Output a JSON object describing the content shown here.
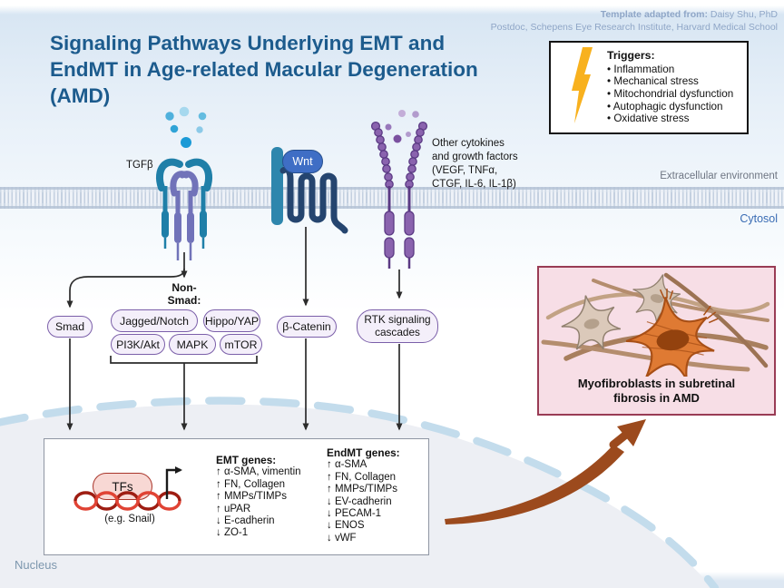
{
  "title": {
    "lines": [
      "Signaling Pathways Underlying EMT and",
      "EndMT in Age-related Macular Degeneration",
      "(AMD)"
    ]
  },
  "credit": {
    "label": "Template adapted from:",
    "name": " Daisy Shu, PhD",
    "line2": "Postdoc, Schepens Eye Research Institute, Harvard Medical School"
  },
  "triggers": {
    "heading": "Triggers:",
    "items": [
      "Inflammation",
      "Mechanical stress",
      "Mitochondrial dysfunction",
      "Autophagic dysfunction",
      "Oxidative stress"
    ]
  },
  "environment": {
    "extracellular": "Extracellular environment",
    "cytosol": "Cytosol",
    "nucleus": "Nucleus"
  },
  "receptors": {
    "tgfb": "TGFβ",
    "wnt": "Wnt",
    "cytokines_lines": [
      "Other cytokines",
      "and growth factors",
      "(VEGF, TNFα,",
      "CTGF, IL-6, IL-1β)"
    ]
  },
  "pathways": {
    "smad": "Smad",
    "non_smad_heading": "Non-Smad:",
    "jagged_notch": "Jagged/Notch",
    "hippo_yap": "Hippo/YAP",
    "pi3k_akt": "PI3K/Akt",
    "mapk": "MAPK",
    "mtor": "mTOR",
    "beta_catenin": "β-Catenin",
    "rtk": "RTK signaling cascades"
  },
  "nucleus_box": {
    "tfs": "TFs",
    "tfs_example": "(e.g. Snail)",
    "emt_heading": "EMT genes:",
    "emt_items": [
      "↑ α-SMA, vimentin",
      "↑ FN, Collagen",
      "↑ MMPs/TIMPs",
      "↑ uPAR",
      "↓ E-cadherin",
      "↓ ZO-1"
    ],
    "endmt_heading": "EndMT genes:",
    "endmt_items": [
      "↑ α-SMA",
      "↑ FN, Collagen",
      "↑ MMPs/TIMPs",
      "↓ EV-cadherin",
      "↓ PECAM-1",
      "↓ ENOS",
      "↓ vWF"
    ]
  },
  "outcome": {
    "caption": "Myofibroblasts in subretinal fibrosis in AMD"
  },
  "colors": {
    "title_blue": "#1c5b8d",
    "credit_blue": "#8fa6c7",
    "pill_border_purple": "#7b5fa9",
    "pill_fill": "#f4effa",
    "wnt_blue": "#3f6ec5",
    "teal_receptor": "#1f7fa8",
    "slate_receptor": "#7173b9",
    "purple_receptor": "#8a63ae",
    "membrane_stripe": "#c4d0e0",
    "nucleus_fill": "#edeff4",
    "nucleus_dash": "#c3dcec",
    "tfs_fill": "#f8d8d4",
    "tfs_border": "#a9352a",
    "dna_red": "#e04334",
    "dna_dark_red": "#9e1d12",
    "pink_box_fill": "#f7dee6",
    "pink_box_border": "#993c55",
    "myofibroblast_orange": "#df7a33",
    "fibroblast_tan": "#dbc9ba",
    "fiber_brown": "#b48d6e",
    "arrow_brown": "#9c4a1d",
    "bolt_yellow": "#f8b11e"
  }
}
